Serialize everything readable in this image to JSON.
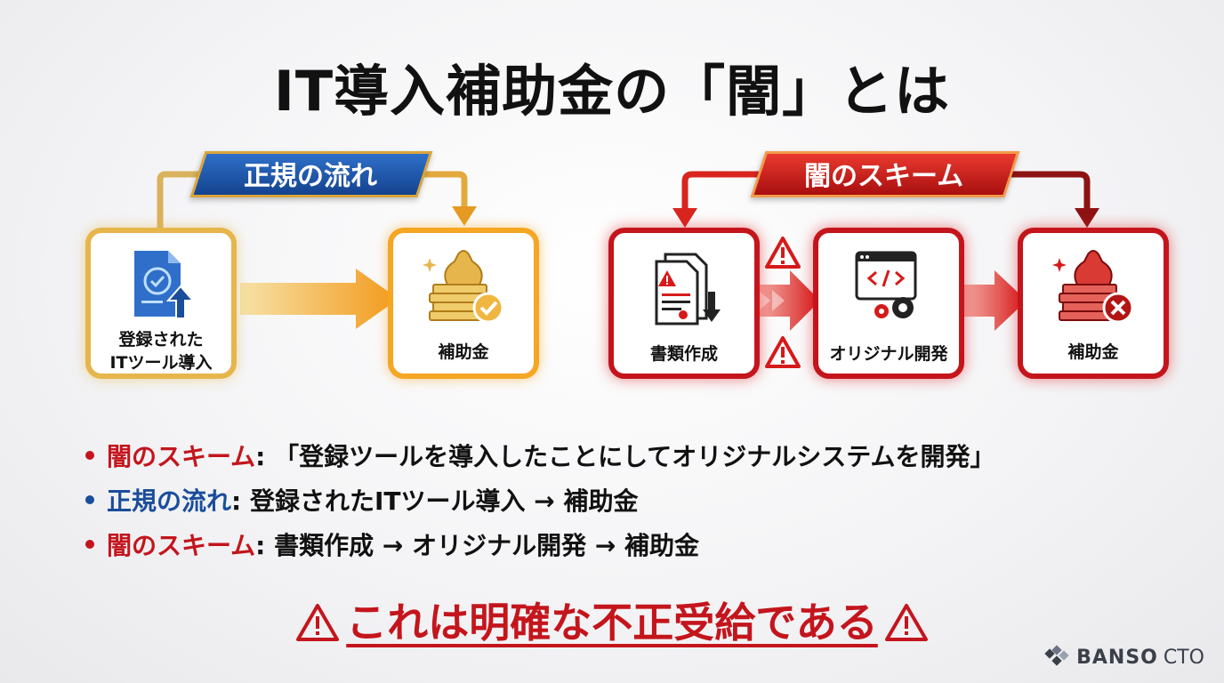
{
  "title": "IT導入補助金の「闇」とは",
  "legit": {
    "label": "正規の流れ",
    "source_caption_line1": "登録された",
    "source_caption_line2": "ITツール導入",
    "target_caption": "補助金"
  },
  "dark": {
    "label": "闇のスキーム",
    "step1_caption": "書類作成",
    "step2_caption": "オリジナル開発",
    "step3_caption": "補助金"
  },
  "bullets": [
    {
      "head": "闇のスキーム",
      "sep": ":",
      "body": "「登録ツールを導入したことにしてオリジナルシステムを開発」",
      "color": "#c4151c"
    },
    {
      "head": "正規の流れ",
      "sep": ":",
      "body": "登録されたITツール導入 → 補助金",
      "color": "#1a4d9a"
    },
    {
      "head": "闇のスキーム",
      "sep": ":",
      "body": "書類作成 → オリジナル開発 → 補助金",
      "color": "#c4151c"
    }
  ],
  "warning_text": "これは明確な不正受給である",
  "logo": {
    "name_bold": "BANSO",
    "name_light": "CTO"
  },
  "colors": {
    "red": "#c4151c",
    "blue": "#1a4d9a",
    "gold": "#e6b64c",
    "orange": "#f5a623"
  }
}
